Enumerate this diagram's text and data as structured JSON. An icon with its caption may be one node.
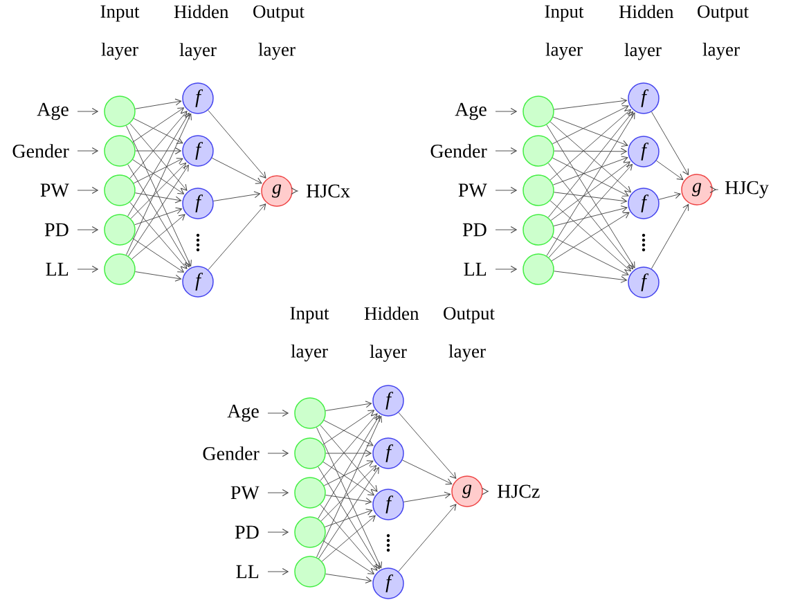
{
  "diagram": {
    "nodes": [
      {
        "text": [
          "Age"
        ]
      },
      {
        "text": [
          "Gender"
        ]
      },
      {
        "text": [
          "PW"
        ]
      },
      {
        "text": [
          "PD"
        ]
      },
      {
        "text": [
          "LL"
        ]
      },
      {
        "text": [],
        "shape": "circle"
      },
      {
        "text": [],
        "shape": "circle"
      },
      {
        "text": [],
        "shape": "circle"
      },
      {
        "text": [],
        "shape": "circle"
      },
      {
        "text": [],
        "shape": "circle"
      },
      {
        "text": [
          "f"
        ]
      },
      {
        "text": [
          "f"
        ]
      },
      {
        "text": [
          "f"
        ]
      },
      {
        "text": [
          "f"
        ]
      },
      {
        "text": [
          "g"
        ]
      },
      {
        "text": [
          "HJCx"
        ]
      },
      {
        "text": [
          "Age"
        ]
      },
      {
        "text": [
          "Gender"
        ]
      },
      {
        "text": [
          "PW"
        ]
      },
      {
        "text": [
          "PD"
        ]
      },
      {
        "text": [
          "LL"
        ]
      },
      {
        "text": [],
        "shape": "circle"
      },
      {
        "text": [],
        "shape": "circle"
      },
      {
        "text": [],
        "shape": "circle"
      },
      {
        "text": [],
        "shape": "circle"
      },
      {
        "text": [],
        "shape": "circle"
      },
      {
        "text": [
          "f"
        ]
      },
      {
        "text": [
          "f"
        ]
      },
      {
        "text": [
          "f"
        ]
      },
      {
        "text": [
          "f"
        ]
      },
      {
        "text": [
          "g"
        ]
      },
      {
        "text": [
          "HJCy"
        ]
      },
      {
        "text": [
          "Age"
        ]
      },
      {
        "text": [
          "Gender"
        ]
      },
      {
        "text": [
          "PW"
        ]
      },
      {
        "text": [
          "PD"
        ]
      },
      {
        "text": [
          "LL"
        ]
      },
      {
        "text": [],
        "shape": "circle"
      },
      {
        "text": [],
        "shape": "circle"
      },
      {
        "text": [],
        "shape": "circle"
      },
      {
        "text": [],
        "shape": "circle"
      },
      {
        "text": [],
        "shape": "circle"
      },
      {
        "text": [
          "f"
        ]
      },
      {
        "text": [
          "f"
        ]
      },
      {
        "text": [
          "f"
        ]
      },
      {
        "text": [
          "f"
        ]
      },
      {
        "text": [
          "g"
        ]
      },
      {
        "text": [
          "HJCz"
        ]
      }
    ],
    "edges": [
      {
        "from": 0,
        "to": 5,
        "arrow": "to"
      },
      {
        "from": 1,
        "to": 6,
        "arrow": "to"
      },
      {
        "from": 2,
        "to": 7,
        "arrow": "to"
      },
      {
        "from": 3,
        "to": 8,
        "arrow": "to"
      },
      {
        "from": 4,
        "to": 9,
        "arrow": "to"
      },
      {
        "from": 5,
        "to": 10,
        "arrow": "to"
      },
      {
        "from": 5,
        "to": 11,
        "arrow": "to"
      },
      {
        "from": 5,
        "to": 12,
        "arrow": "to"
      },
      {
        "from": 5,
        "to": 13,
        "arrow": "to"
      },
      {
        "from": 6,
        "to": 10,
        "arrow": "to"
      },
      {
        "from": 6,
        "to": 11,
        "arrow": "to"
      },
      {
        "from": 6,
        "to": 12,
        "arrow": "to"
      },
      {
        "from": 6,
        "to": 13,
        "arrow": "to"
      },
      {
        "from": 7,
        "to": 10,
        "arrow": "to"
      },
      {
        "from": 7,
        "to": 11,
        "arrow": "to"
      },
      {
        "from": 7,
        "to": 12,
        "arrow": "to"
      },
      {
        "from": 7,
        "to": 13,
        "arrow": "to"
      },
      {
        "from": 8,
        "to": 10,
        "arrow": "to"
      },
      {
        "from": 8,
        "to": 11,
        "arrow": "to"
      },
      {
        "from": 8,
        "to": 12,
        "arrow": "to"
      },
      {
        "from": 8,
        "to": 13,
        "arrow": "to"
      },
      {
        "from": 9,
        "to": 10,
        "arrow": "to"
      },
      {
        "from": 9,
        "to": 11,
        "arrow": "to"
      },
      {
        "from": 9,
        "to": 12,
        "arrow": "to"
      },
      {
        "from": 9,
        "to": 13,
        "arrow": "to"
      },
      {
        "from": 10,
        "to": 14,
        "arrow": "to"
      },
      {
        "from": 11,
        "to": 14,
        "arrow": "to"
      },
      {
        "from": 12,
        "to": 14,
        "arrow": "to"
      },
      {
        "from": 13,
        "to": 14,
        "arrow": "to"
      },
      {
        "from": 14,
        "to": 15,
        "arrow": "to"
      },
      {
        "from": 16,
        "to": 21,
        "arrow": "to"
      },
      {
        "from": 17,
        "to": 22,
        "arrow": "to"
      },
      {
        "from": 18,
        "to": 23,
        "arrow": "to"
      },
      {
        "from": 19,
        "to": 24,
        "arrow": "to"
      },
      {
        "from": 20,
        "to": 25,
        "arrow": "to"
      },
      {
        "from": 21,
        "to": 26,
        "arrow": "to"
      },
      {
        "from": 21,
        "to": 27,
        "arrow": "to"
      },
      {
        "from": 21,
        "to": 28,
        "arrow": "to"
      },
      {
        "from": 21,
        "to": 29,
        "arrow": "to"
      },
      {
        "from": 22,
        "to": 26,
        "arrow": "to"
      },
      {
        "from": 22,
        "to": 27,
        "arrow": "to"
      },
      {
        "from": 22,
        "to": 28,
        "arrow": "to"
      },
      {
        "from": 22,
        "to": 29,
        "arrow": "to"
      },
      {
        "from": 23,
        "to": 26,
        "arrow": "to"
      },
      {
        "from": 23,
        "to": 27,
        "arrow": "to"
      },
      {
        "from": 23,
        "to": 28,
        "arrow": "to"
      },
      {
        "from": 23,
        "to": 29,
        "arrow": "to"
      },
      {
        "from": 24,
        "to": 26,
        "arrow": "to"
      },
      {
        "from": 24,
        "to": 27,
        "arrow": "to"
      },
      {
        "from": 24,
        "to": 28,
        "arrow": "to"
      },
      {
        "from": 24,
        "to": 29,
        "arrow": "to"
      },
      {
        "from": 25,
        "to": 26,
        "arrow": "to"
      },
      {
        "from": 25,
        "to": 27,
        "arrow": "to"
      },
      {
        "from": 25,
        "to": 28,
        "arrow": "to"
      },
      {
        "from": 25,
        "to": 29,
        "arrow": "to"
      },
      {
        "from": 26,
        "to": 30,
        "arrow": "to"
      },
      {
        "from": 27,
        "to": 30,
        "arrow": "to"
      },
      {
        "from": 28,
        "to": 30,
        "arrow": "to"
      },
      {
        "from": 29,
        "to": 30,
        "arrow": "to"
      },
      {
        "from": 30,
        "to": 31,
        "arrow": "to"
      },
      {
        "from": 32,
        "to": 37,
        "arrow": "to"
      },
      {
        "from": 33,
        "to": 38,
        "arrow": "to"
      },
      {
        "from": 34,
        "to": 39,
        "arrow": "to"
      },
      {
        "from": 35,
        "to": 40,
        "arrow": "to"
      },
      {
        "from": 36,
        "to": 41,
        "arrow": "to"
      },
      {
        "from": 37,
        "to": 42,
        "arrow": "to"
      },
      {
        "from": 37,
        "to": 43,
        "arrow": "to"
      },
      {
        "from": 37,
        "to": 44,
        "arrow": "to"
      },
      {
        "from": 37,
        "to": 45,
        "arrow": "to"
      },
      {
        "from": 38,
        "to": 42,
        "arrow": "to"
      },
      {
        "from": 38,
        "to": 43,
        "arrow": "to"
      },
      {
        "from": 38,
        "to": 44,
        "arrow": "to"
      },
      {
        "from": 38,
        "to": 45,
        "arrow": "to"
      },
      {
        "from": 39,
        "to": 42,
        "arrow": "to"
      },
      {
        "from": 39,
        "to": 43,
        "arrow": "to"
      },
      {
        "from": 39,
        "to": 44,
        "arrow": "to"
      },
      {
        "from": 39,
        "to": 45,
        "arrow": "to"
      },
      {
        "from": 40,
        "to": 42,
        "arrow": "to"
      },
      {
        "from": 40,
        "to": 43,
        "arrow": "to"
      },
      {
        "from": 40,
        "to": 44,
        "arrow": "to"
      },
      {
        "from": 40,
        "to": 45,
        "arrow": "to"
      },
      {
        "from": 41,
        "to": 42,
        "arrow": "to"
      },
      {
        "from": 41,
        "to": 43,
        "arrow": "to"
      },
      {
        "from": 41,
        "to": 44,
        "arrow": "to"
      },
      {
        "from": 41,
        "to": 45,
        "arrow": "to"
      },
      {
        "from": 42,
        "to": 46,
        "arrow": "to"
      },
      {
        "from": 43,
        "to": 46,
        "arrow": "to"
      },
      {
        "from": 44,
        "to": 46,
        "arrow": "to"
      },
      {
        "from": 45,
        "to": 46,
        "arrow": "to"
      },
      {
        "from": 46,
        "to": 47,
        "arrow": "to"
      }
    ],
    "labels": [
      "Input layer",
      "Hidden layer",
      "Output layer",
      "Input layer",
      "Hidden layer",
      "Output layer",
      "Input layer",
      "Hidden layer",
      "Output layer"
    ]
  }
}
